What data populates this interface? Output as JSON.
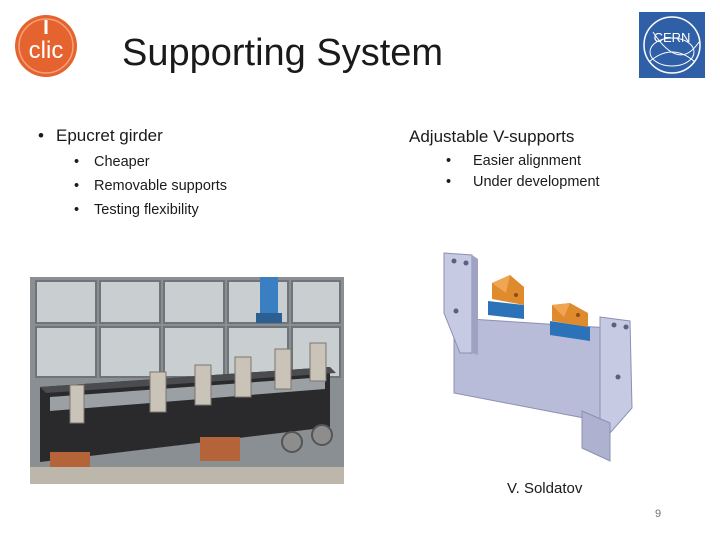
{
  "logos": {
    "left_logo_text": "clic",
    "right_logo_text": "CERN"
  },
  "slide": {
    "title": "Supporting System",
    "left_column": {
      "bullet_symbol": "•",
      "heading": "Epucret girder",
      "items": [
        "Cheaper",
        "Removable supports",
        "Testing flexibility"
      ]
    },
    "right_column": {
      "heading": "Adjustable V-supports",
      "items": [
        "Easier alignment",
        "Under development"
      ]
    },
    "credit": "V. Soldatov",
    "page_number": "9"
  },
  "colors": {
    "clic_orange": "#e4632f",
    "cern_blue": "#2f5fa7",
    "support_orange": "#e08a2e",
    "support_blue": "#2b72b8",
    "cad_gray": "#b8bcd8"
  },
  "icons": {
    "bullet": "bullet-dot-icon"
  }
}
